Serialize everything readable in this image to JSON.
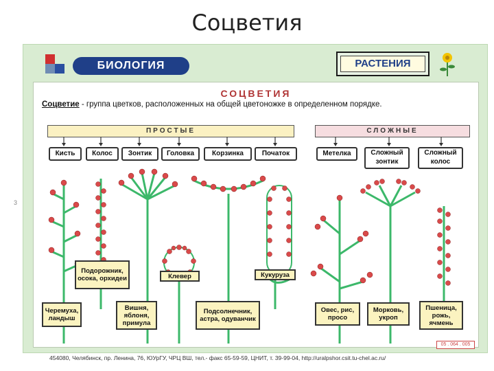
{
  "slide_title": "Соцветия",
  "side_note": "3",
  "header": {
    "logo_label": "БИОЛОГИЯ",
    "section_label": "РАСТЕНИЯ"
  },
  "poster": {
    "title": "СОЦВЕТИЯ",
    "definition_term": "Соцветие",
    "definition_text": " - группа цветков, расположенных на общей цветоножке в определенном порядке.",
    "groups": {
      "simple": "ПРОСТЫЕ",
      "complex": "СЛОЖНЫЕ"
    },
    "simple_types": [
      "Кисть",
      "Колос",
      "Зонтик",
      "Головка",
      "Корзинка",
      "Початок"
    ],
    "complex_types": [
      "Метелка",
      "Сложный зонтик",
      "Сложный колос"
    ],
    "examples": {
      "plantain": "Подорожник, осока, орхидеи",
      "clover": "Клевер",
      "corn": "Кукуруза",
      "cherry": "Черемуха, ландыш",
      "cherry_tree": "Вишня, яблоня, примула",
      "sunflower": "Подсолнечник, астра, одуванчик",
      "oats": "Овес, рис, просо",
      "carrot": "Морковь, укроп",
      "wheat": "Пшеница, рожь, ячмень"
    },
    "stamp": "05 . 064 . 005"
  },
  "footer": "454080, Челябинск, пр. Ленина, 76, ЮУрГУ, ЧРЦ ВШ, тел.- факс 65-59-59, ЦНИТ, т. 39-99-04, http://uralpshor.csit.tu-chel.ac.ru/",
  "colors": {
    "stem": "#3cb86a",
    "flower": "#d94a4a",
    "simple_bar": "#fbf1c2",
    "complex_bar": "#f6dde0"
  }
}
